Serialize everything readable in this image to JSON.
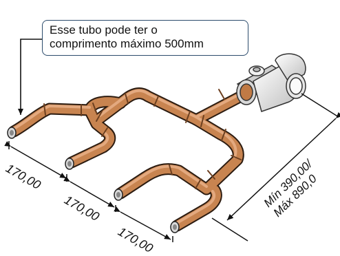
{
  "callout": {
    "line1": "Esse tubo pode ter o",
    "line2": "comprimento máximo 500mm"
  },
  "dimensions": {
    "spacing_1": "170,00",
    "spacing_2": "170,00",
    "spacing_3": "170,00",
    "depth_line1": "Mín 390,00/",
    "depth_line2": "Máx 890,0"
  },
  "colors": {
    "pipe": "#c88450",
    "pipe_dark": "#8a5428",
    "pipe_light": "#e8b088",
    "outline": "#2b1b10",
    "valve": "#eeeeee"
  }
}
